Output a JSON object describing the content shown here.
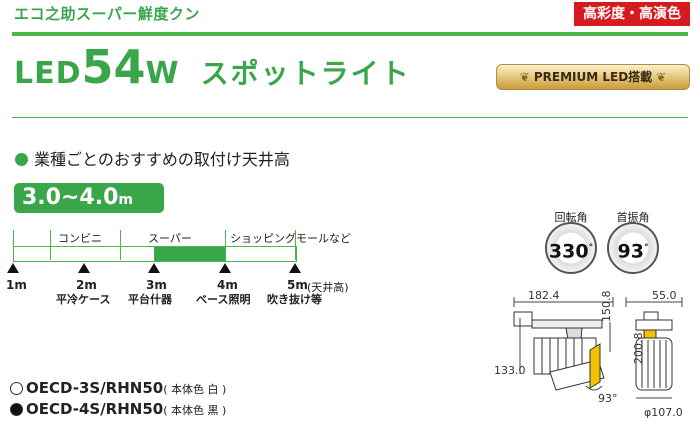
{
  "header": {
    "brand": "エコ之助スーパー鮮度クン",
    "tag": "高彩度・高演色"
  },
  "title": {
    "led": "LED",
    "number": "54",
    "unit": "W",
    "subtitle": "スポットライト"
  },
  "premium_badge": "PREMIUM LED搭載",
  "section": {
    "title": "業種ごとのおすすめの取付け天井高",
    "range": "3.0~4.0",
    "range_unit": "m"
  },
  "scale": {
    "segments": [
      "コンビニ",
      "スーパー",
      "ショッピングモールなど"
    ],
    "marks": [
      "1m",
      "2m",
      "3m",
      "4m",
      "5m"
    ],
    "mark_note": "(天井高)",
    "uses": [
      "平冷ケース",
      "平台什器",
      "ベース照明",
      "吹き抜け等"
    ],
    "highlight_from_m": 3,
    "highlight_to_m": 4,
    "colors": {
      "accent": "#3aa64a",
      "tag": "#d71920"
    }
  },
  "angles": {
    "rotation_label": "回転角",
    "rotation_value": "330",
    "tilt_label": "首振角",
    "tilt_value": "93"
  },
  "dimensions": {
    "width_top": "182.4",
    "side_width": "55.0",
    "height_a": "150.8",
    "height_b": "200.8",
    "depth": "133.0",
    "angle": "93°",
    "diameter": "φ107.0"
  },
  "models": [
    {
      "code": "OECD-3S/RHN50",
      "note": "( 本体色 白 )",
      "color": "white"
    },
    {
      "code": "OECD-4S/RHN50",
      "note": "( 本体色 黒 )",
      "color": "black"
    }
  ]
}
